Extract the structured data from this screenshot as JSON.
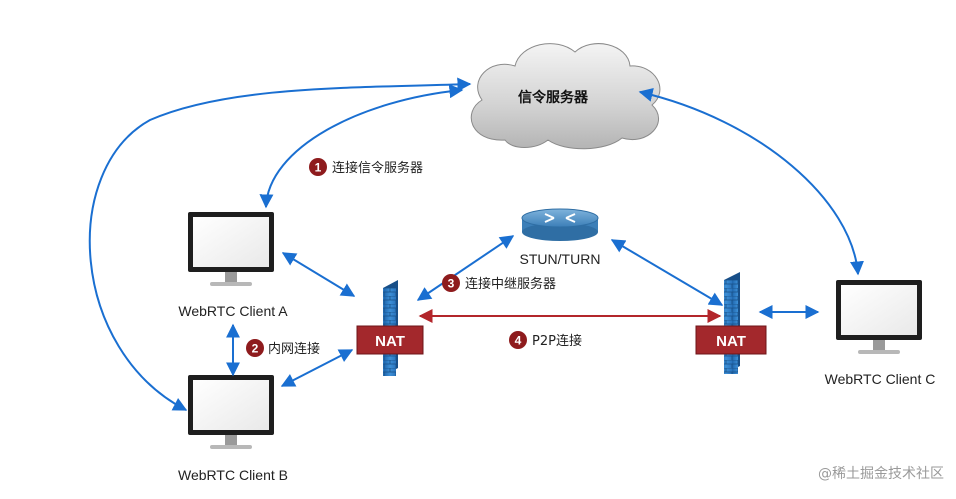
{
  "signaling_server": {
    "label": "信令服务器"
  },
  "relay_server": {
    "label": "STUN/TURN"
  },
  "clients": {
    "a": {
      "label": "WebRTC Client A"
    },
    "b": {
      "label": "WebRTC Client B"
    },
    "c": {
      "label": "WebRTC Client C"
    }
  },
  "nat": {
    "left_label": "NAT",
    "right_label": "NAT"
  },
  "steps": [
    {
      "number": "1",
      "label": "连接信令服务器"
    },
    {
      "number": "2",
      "label": "内网连接"
    },
    {
      "number": "3",
      "label": "连接中继服务器"
    },
    {
      "number": "4",
      "label": "P2P连接"
    }
  ],
  "watermark": "@稀土掘金技术社区",
  "colors": {
    "arrow_blue": "#1a6fd1",
    "p2p_red": "#b3262b",
    "badge_red": "#8e1b1d",
    "nat_box": "#a3282c",
    "firewall_blue": "#2f7cc8"
  }
}
